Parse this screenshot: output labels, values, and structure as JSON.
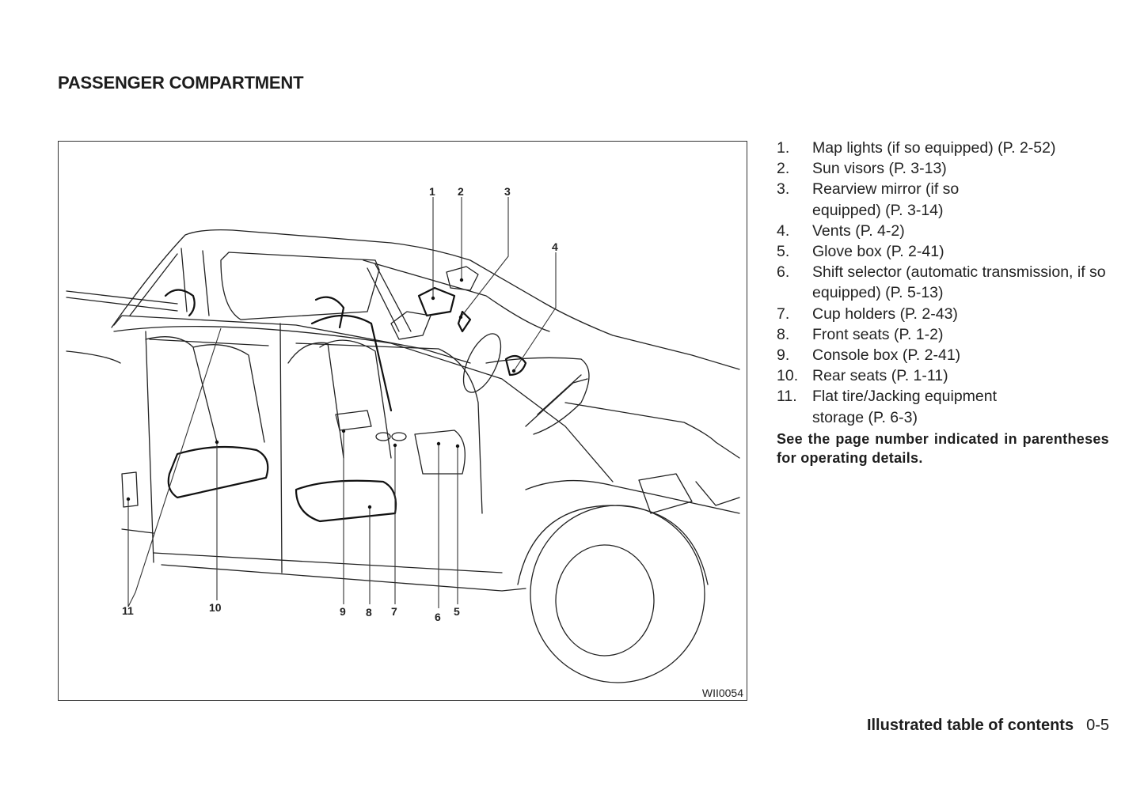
{
  "page": {
    "section_title": "PASSENGER COMPARTMENT",
    "figure": {
      "code": "WII0054",
      "callouts": [
        "1",
        "2",
        "3",
        "4",
        "5",
        "6",
        "7",
        "8",
        "9",
        "10",
        "11"
      ]
    },
    "legend": [
      {
        "num": "1.",
        "text": "Map lights (if so equipped) (P. 2-52)"
      },
      {
        "num": "2.",
        "text": "Sun visors (P. 3-13)"
      },
      {
        "num": "3.",
        "text": "Rearview mirror (if so equipped) (P. 3-14)"
      },
      {
        "num": "4.",
        "text": "Vents (P. 4-2)"
      },
      {
        "num": "5.",
        "text": "Glove box (P. 2-41)"
      },
      {
        "num": "6.",
        "text": "Shift selector (automatic transmission, if so equipped) (P. 5-13)"
      },
      {
        "num": "7.",
        "text": "Cup holders (P. 2-43)"
      },
      {
        "num": "8.",
        "text": "Front seats (P. 1-2)"
      },
      {
        "num": "9.",
        "text": "Console box (P. 2-41)"
      },
      {
        "num": "10.",
        "text": "Rear seats (P. 1-11)"
      },
      {
        "num": "11.",
        "text": "Flat tire/Jacking equipment storage (P. 6-3)"
      }
    ],
    "note": "See the page number indicated in parentheses for operating details.",
    "footer": {
      "section": "Illustrated table of contents",
      "page_number": "0-5"
    }
  }
}
